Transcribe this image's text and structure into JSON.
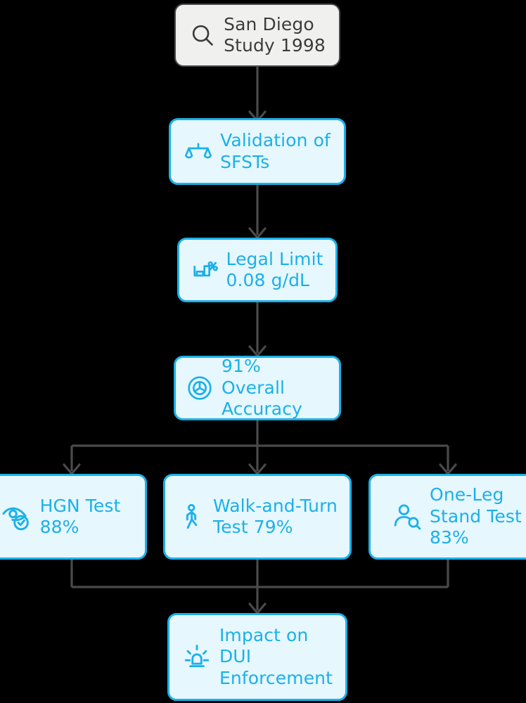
{
  "diagram": {
    "title": "San Diego Study 1998 SFST Validation Flowchart",
    "background_color": "#000000",
    "accent_color": "#1cb0e8",
    "node_fill_cyan": "#e6f7fe",
    "node_fill_root": "#f0f0ef",
    "root_border_color": "#4a4a4a",
    "edge_color": "#4a4a4a"
  },
  "nodes": {
    "root": {
      "label": "San Diego\nStudy 1998",
      "icon": "magnifier-icon",
      "style": "root"
    },
    "validation": {
      "label": "Validation of\nSFSTs",
      "icon": "scales-balance-icon",
      "style": "cyan"
    },
    "legal_limit": {
      "label": "Legal Limit\n0.08 g/dL",
      "icon": "bar-chart-percent-icon",
      "style": "cyan"
    },
    "accuracy": {
      "label": "91% Overall\nAccuracy",
      "icon": "pie-chart-icon",
      "style": "cyan"
    },
    "hgn": {
      "label": "HGN Test\n88%",
      "icon": "eye-check-icon",
      "style": "cyan"
    },
    "walk_turn": {
      "label": "Walk-and-Turn\nTest 79%",
      "icon": "walking-person-icon",
      "style": "cyan"
    },
    "one_leg": {
      "label": "One-Leg\nStand Test\n83%",
      "icon": "person-search-icon",
      "style": "cyan"
    },
    "impact": {
      "label": "Impact on\nDUI\nEnforcement",
      "icon": "siren-beacon-icon",
      "style": "cyan"
    }
  },
  "edges": [
    {
      "from": "root",
      "to": "validation",
      "type": "straight-down"
    },
    {
      "from": "validation",
      "to": "legal_limit",
      "type": "straight-down"
    },
    {
      "from": "legal_limit",
      "to": "accuracy",
      "type": "straight-down"
    },
    {
      "from": "accuracy",
      "to": "hgn",
      "type": "branch-left"
    },
    {
      "from": "accuracy",
      "to": "walk_turn",
      "type": "straight-down"
    },
    {
      "from": "accuracy",
      "to": "one_leg",
      "type": "branch-right"
    },
    {
      "from": "hgn",
      "to": "impact",
      "type": "merge-left"
    },
    {
      "from": "walk_turn",
      "to": "impact",
      "type": "straight-down"
    },
    {
      "from": "one_leg",
      "to": "impact",
      "type": "merge-right"
    }
  ]
}
